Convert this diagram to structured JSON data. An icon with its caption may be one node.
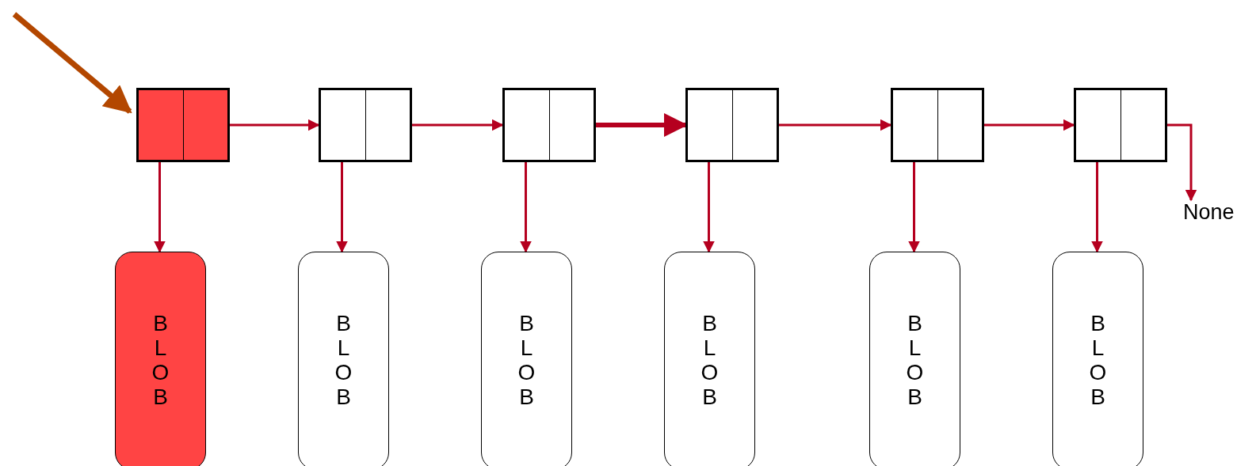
{
  "diagram": {
    "nodes": [
      {
        "text": [],
        "shape": "box"
      },
      {
        "text": [],
        "shape": "box"
      },
      {
        "text": [],
        "shape": "box"
      },
      {
        "text": [],
        "shape": "box"
      },
      {
        "text": [],
        "shape": "box"
      },
      {
        "text": [],
        "shape": "box"
      },
      {
        "text": [
          "None"
        ]
      },
      {
        "text": [
          "BLOB"
        ]
      },
      {
        "text": [
          "BLOB"
        ]
      },
      {
        "text": [
          "BLOB"
        ]
      },
      {
        "text": [
          "BLOB"
        ]
      },
      {
        "text": [
          "BLOB"
        ]
      },
      {
        "text": [
          "BLOB"
        ]
      }
    ],
    "edges": [
      {
        "from": null,
        "to": 0,
        "arrow": "to",
        "style": "thick",
        "color": "#b34700"
      },
      {
        "from": 0,
        "to": 1,
        "arrow": "to"
      },
      {
        "from": 1,
        "to": 2,
        "arrow": "to"
      },
      {
        "from": 2,
        "to": 3,
        "arrow": "to",
        "style": "thick"
      },
      {
        "from": 3,
        "to": 4,
        "arrow": "to"
      },
      {
        "from": 4,
        "to": 5,
        "arrow": "to"
      },
      {
        "from": 5,
        "to": 6,
        "arrow": "to"
      },
      {
        "from": 0,
        "to": 7,
        "arrow": "to"
      },
      {
        "from": 1,
        "to": 8,
        "arrow": "to"
      },
      {
        "from": 2,
        "to": 9,
        "arrow": "to"
      },
      {
        "from": 3,
        "to": 10,
        "arrow": "to"
      },
      {
        "from": 4,
        "to": 11,
        "arrow": "to"
      },
      {
        "from": 5,
        "to": 12,
        "arrow": "to"
      }
    ]
  }
}
